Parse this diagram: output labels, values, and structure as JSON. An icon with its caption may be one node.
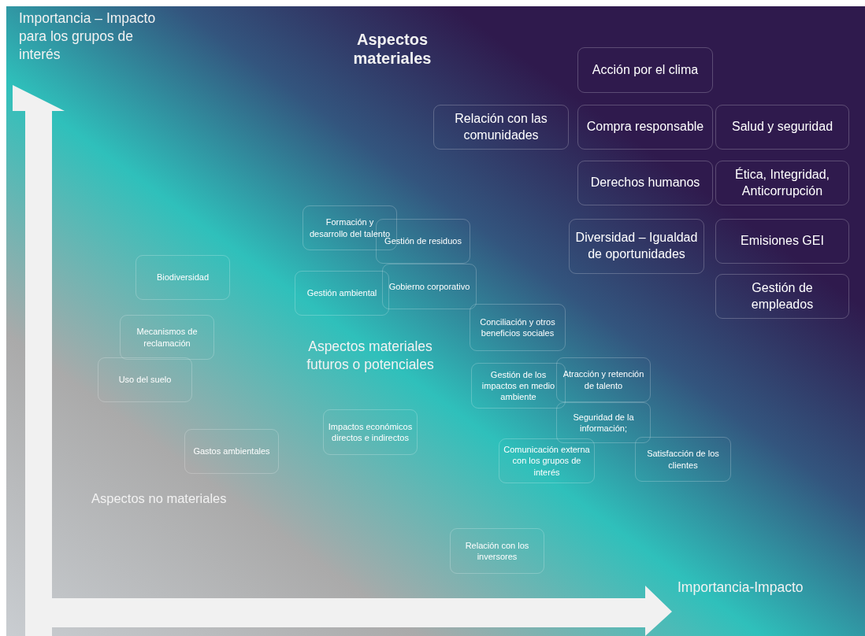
{
  "diagram": {
    "nodes": [
      {
        "text": [
          "Acción por el clima"
        ]
      },
      {
        "text": [
          "Relación con las comunidades"
        ]
      },
      {
        "text": [
          "Compra responsable"
        ]
      },
      {
        "text": [
          "Salud y seguridad"
        ]
      },
      {
        "text": [
          "Derechos humanos"
        ]
      },
      {
        "text": [
          "Ética, Integridad, Anticorrupción"
        ]
      },
      {
        "text": [
          "Diversidad – Igualdad de oportunidades"
        ]
      },
      {
        "text": [
          "Emisiones GEI"
        ]
      },
      {
        "text": [
          "Gestión de empleados"
        ]
      },
      {
        "text": [
          "Formación y desarrollo del talento"
        ]
      },
      {
        "text": [
          "Gestión de residuos"
        ]
      },
      {
        "text": [
          "Gestión ambiental"
        ]
      },
      {
        "text": [
          "Gobierno corporativo"
        ]
      },
      {
        "text": [
          "Biodiversidad"
        ]
      },
      {
        "text": [
          "Conciliación y otros beneficios sociales"
        ]
      },
      {
        "text": [
          "Mecanismos de reclamación"
        ]
      },
      {
        "text": [
          "Uso del suelo"
        ]
      },
      {
        "text": [
          "Gestión de los impactos en medio ambiente"
        ]
      },
      {
        "text": [
          "Atracción y retención de talento"
        ]
      },
      {
        "text": [
          "Seguridad de la información;"
        ]
      },
      {
        "text": [
          "Impactos económicos directos e indirectos"
        ]
      },
      {
        "text": [
          "Gastos ambientales"
        ]
      },
      {
        "text": [
          "Comunicación externa con los grupos de interés"
        ]
      },
      {
        "text": [
          "Satisfacción de los clientes"
        ]
      },
      {
        "text": [
          "Relación con los inversores"
        ]
      }
    ],
    "labels": [
      "Importancia – Impacto para los grupos de interés",
      "Aspectos materiales",
      "Aspectos materiales futuros o potenciales",
      "Aspectos no materiales",
      "Importancia-Impacto"
    ]
  }
}
